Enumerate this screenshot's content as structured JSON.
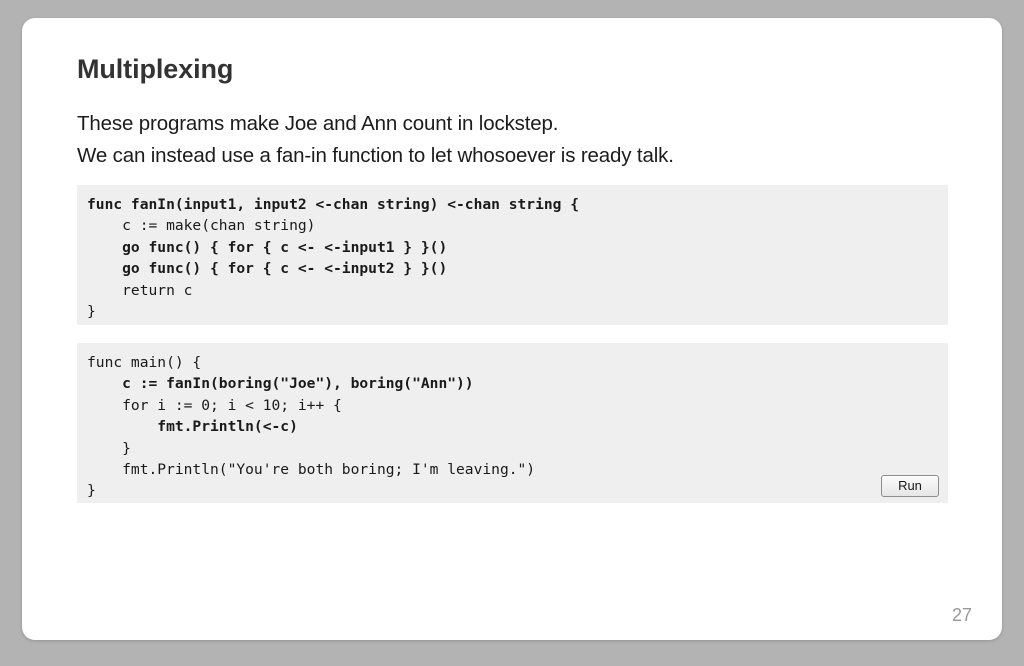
{
  "slide": {
    "title": "Multiplexing",
    "body_lines": [
      "These programs make Joe and Ann count in lockstep.",
      "We can instead use a fan-in function to let whosoever is ready talk."
    ],
    "page_number": "27",
    "colors": {
      "background": "#b3b3b3",
      "slide": "#ffffff",
      "title_text": "#333333",
      "body_text": "#1c1c1c",
      "code_background": "#efefef",
      "code_text": "#1a1a1a",
      "page_number": "#9a9a9a"
    }
  },
  "code_blocks": [
    {
      "name": "fanin-function",
      "lines": [
        {
          "text": "func fanIn(input1, input2 <-chan string) <-chan string {",
          "bold": true
        },
        {
          "text": "    c := make(chan string)",
          "bold": false
        },
        {
          "text": "    go func() { for { c <- <-input1 } }()",
          "bold": true
        },
        {
          "text": "    go func() { for { c <- <-input2 } }()",
          "bold": true
        },
        {
          "text": "    return c",
          "bold": false
        },
        {
          "text": "}",
          "bold": false
        }
      ],
      "has_run_button": false
    },
    {
      "name": "main-function",
      "lines": [
        {
          "text": "func main() {",
          "bold": false
        },
        {
          "text": "    c := fanIn(boring(\"Joe\"), boring(\"Ann\"))",
          "bold": true
        },
        {
          "text": "    for i := 0; i < 10; i++ {",
          "bold": false
        },
        {
          "text": "        fmt.Println(<-c)",
          "bold": true
        },
        {
          "text": "    }",
          "bold": false
        },
        {
          "text": "    fmt.Println(\"You're both boring; I'm leaving.\")",
          "bold": false
        },
        {
          "text": "}",
          "bold": false
        }
      ],
      "has_run_button": true,
      "run_label": "Run"
    }
  ]
}
